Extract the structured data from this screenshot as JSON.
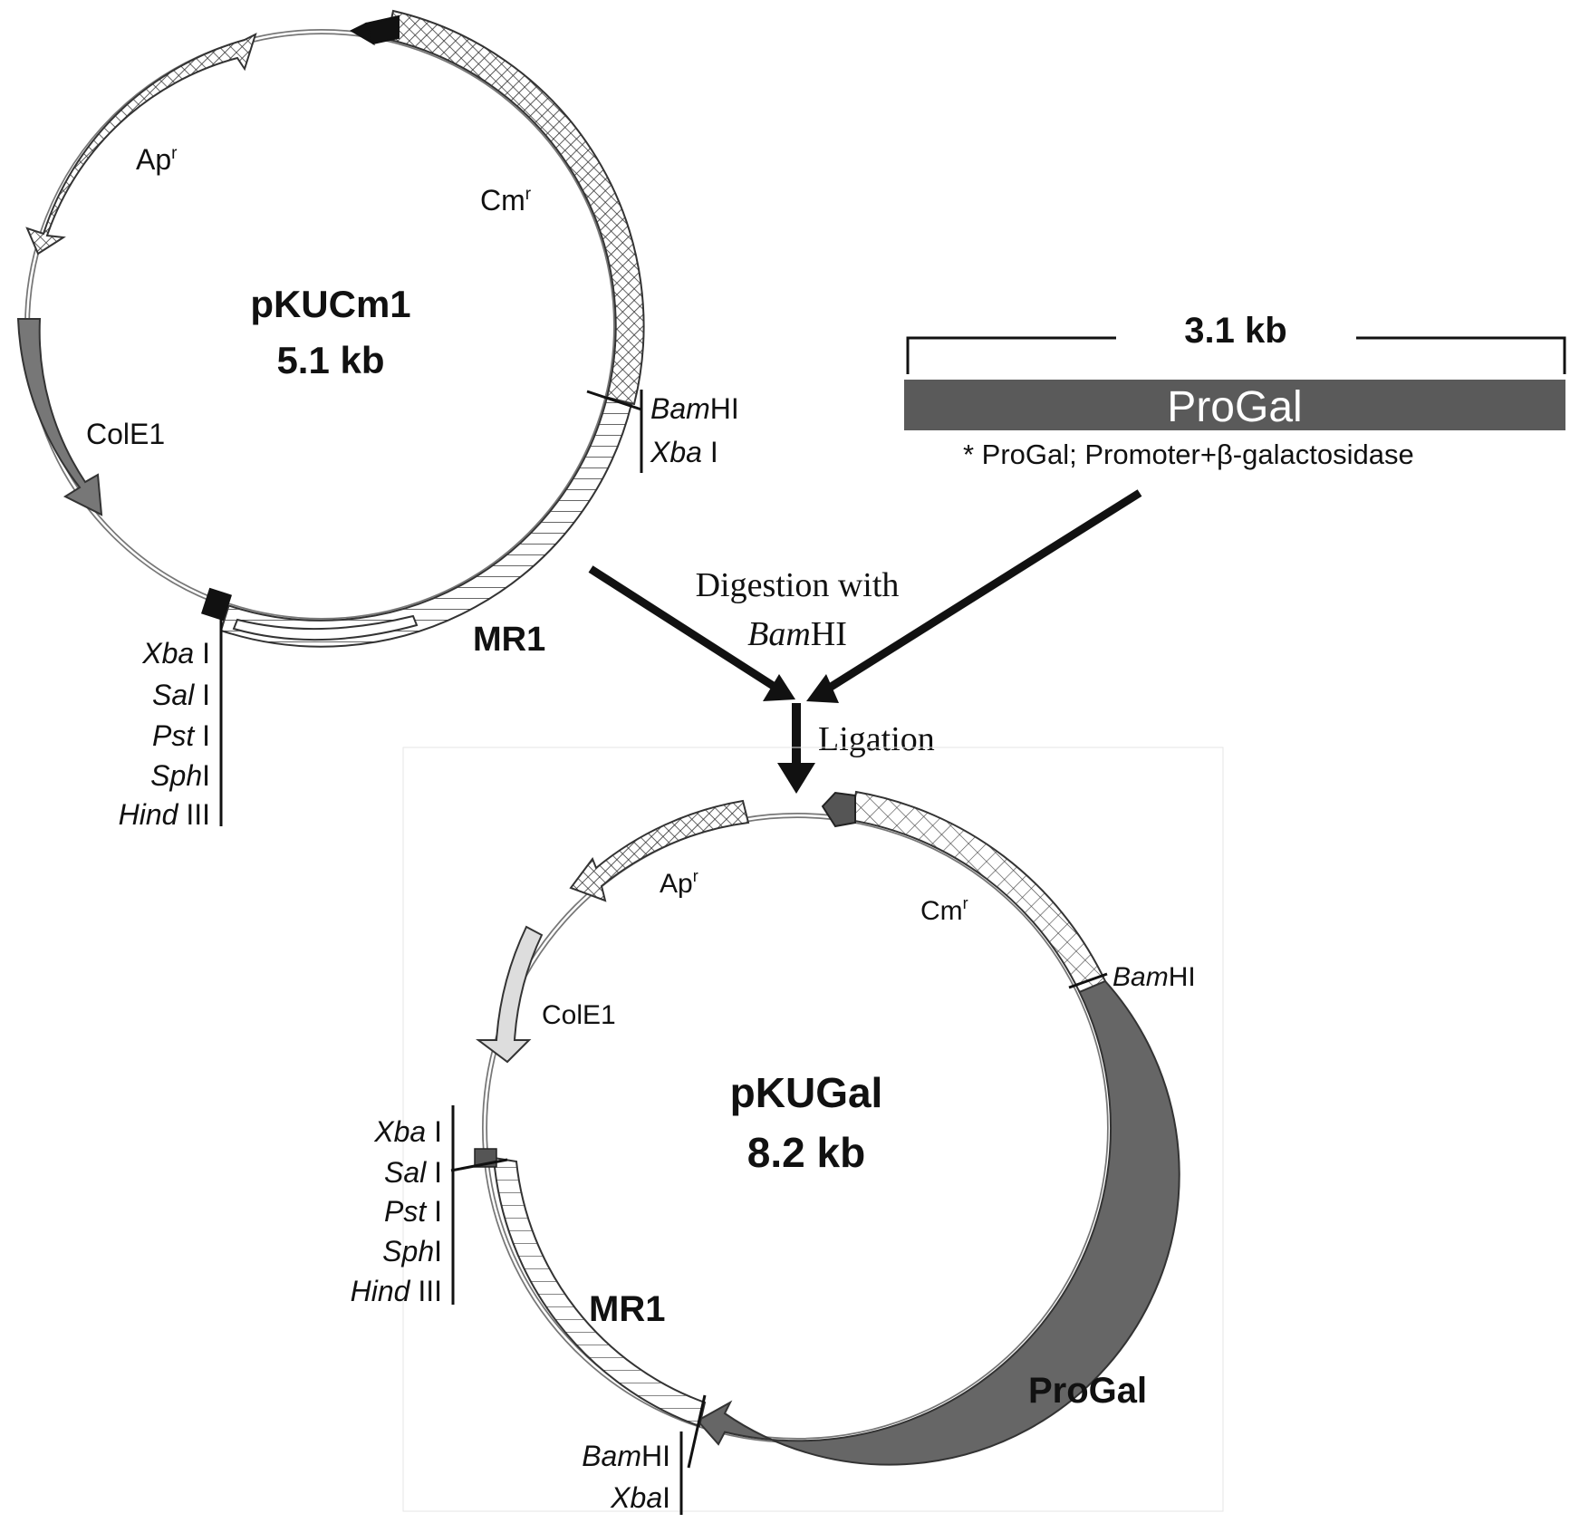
{
  "colors": {
    "line": "#111111",
    "dark_grey": "#666666",
    "light_grey": "#d9d9d9",
    "progal_bar": "#5a5a5a",
    "progal_text": "#ffffff"
  },
  "plasmid1": {
    "name": "pKUCm1",
    "size": "5.1 kb",
    "genes": {
      "apr": "Ap",
      "cmr": "Cm",
      "colE1": "ColE1",
      "mr1": "MR1"
    },
    "sup": "r",
    "site_right": [
      {
        "it": "Bam",
        "rest": "HI"
      },
      {
        "it": "Xba",
        "rest": " I"
      }
    ],
    "site_left": [
      {
        "it": "Xba",
        "rest": " I"
      },
      {
        "it": "Sal",
        "rest": " I"
      },
      {
        "it": "Pst",
        "rest": " I"
      },
      {
        "it": "Sph",
        "rest": "I"
      },
      {
        "it": "Hind",
        "rest": " III"
      }
    ]
  },
  "fragment": {
    "size": "3.1 kb",
    "label": "ProGal",
    "note": "* ProGal; Promoter+β-galactosidase"
  },
  "process": {
    "digestion": "Digestion with",
    "enzyme_it": "Bam",
    "enzyme_rest": "HI",
    "ligation": "Ligation"
  },
  "plasmid2": {
    "name": "pKUGal",
    "size": "8.2 kb",
    "genes": {
      "apr": "Ap",
      "cmr": "Cm",
      "colE1": "ColE1",
      "mr1": "MR1",
      "progal": "ProGal"
    },
    "sup": "r",
    "site_right": [
      {
        "it": "Bam",
        "rest": "HI"
      }
    ],
    "site_left": [
      {
        "it": "Xba",
        "rest": " I"
      },
      {
        "it": "Sal",
        "rest": " I"
      },
      {
        "it": "Pst",
        "rest": " I"
      },
      {
        "it": "Sph",
        "rest": "I"
      },
      {
        "it": "Hind",
        "rest": " III"
      }
    ],
    "site_bottom": [
      {
        "it": "Bam",
        "rest": "HI"
      },
      {
        "it": "Xba",
        "rest": "I"
      }
    ]
  }
}
